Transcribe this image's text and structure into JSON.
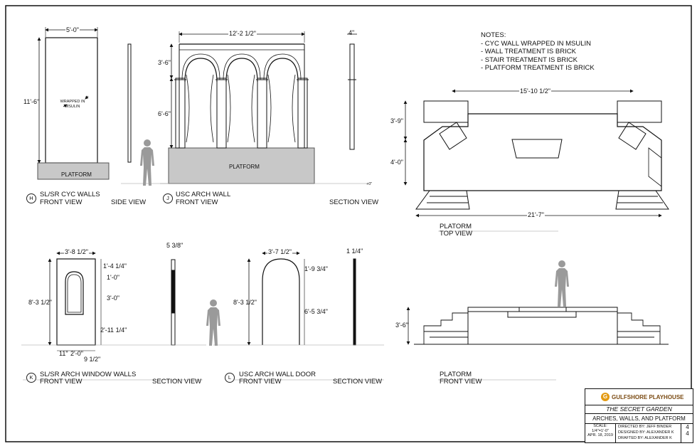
{
  "notes": {
    "title": "NOTES:",
    "items": [
      "- CYC WALL WRAPPED IN MSULIN",
      "- WALL TREATMENT IS BRICK",
      "- STAIR TREATMENT IS BRICK",
      "- PLATFORM TREATMENT IS BRICK"
    ]
  },
  "views": {
    "cyc": {
      "id": "H",
      "title": "SL/SR CYC WALLS",
      "front": "FRONT VIEW",
      "side": "SIDE VIEW",
      "width": "5'-0\"",
      "height": "11'-6\"",
      "note_line1": "WRAPPED IN",
      "note_line2": "MSULIN",
      "platform": "PLATFORM"
    },
    "arch_wall": {
      "id": "J",
      "title": "USC ARCH WALL",
      "front": "FRONT VIEW",
      "section": "SECTION VIEW",
      "width": "12'-2 1/2\"",
      "top_height": "3'-6\"",
      "lower_height": "6'-6\"",
      "section_width": "4\"",
      "platform": "PLATFORM",
      "zero": "+0\""
    },
    "platform_top": {
      "title": "PLATORM",
      "view": "TOP VIEW",
      "top_width": "15'-10 1/2\"",
      "bottom_width": "21'-7\"",
      "upper_depth": "3'-9\"",
      "lower_depth": "4'-0\""
    },
    "arch_window": {
      "id": "K",
      "title": "SL/SR ARCH WINDOW WALLS",
      "front": "FRONT VIEW",
      "section": "SECTION VIEW",
      "width": "3'-8 1/2\"",
      "height": "8'-3 1/2\"",
      "d1": "1'-4 1/4\"",
      "d2": "1'-0\"",
      "d3": "3'-0\"",
      "d4": "2'-11 1/4\"",
      "b1": "11\"",
      "b2": "2'-0\"",
      "b3": "9 1/2\"",
      "section_width": "5 3/8\""
    },
    "arch_door": {
      "id": "L",
      "title": "USC ARCH WALL DOOR",
      "front": "FRONT VIEW",
      "section": "SECTION VIEW",
      "width": "3'-7 1/2\"",
      "height": "8'-3 1/2\"",
      "top": "1'-9 3/4\"",
      "lower": "6'-5 3/4\"",
      "section_width": "1 1/4\""
    },
    "platform_front": {
      "title": "PLATORM",
      "view": "FRONT VIEW",
      "height": "3'-6\""
    }
  },
  "title_block": {
    "company": "GULFSHORE PLAYHOUSE",
    "logo_mark": "G",
    "show": "THE SECRET GARDEN",
    "sheet_title": "ARCHES, WALLS, AND PLATFORM",
    "scale_label": "SCALE:",
    "scale": "1/4\"=1'-0\"",
    "date": "APR. 18, 2019",
    "directed": "DIRECTED BY: JEFF BINDER",
    "designed": "DESIGNED BY: ALEXANDER K",
    "drafted": "DRAFTED BY: ALEXANDER K",
    "page": "4",
    "pages": "4"
  },
  "colors": {
    "platform_fill": "#c8c8c8",
    "figure_fill": "#9a9a9a",
    "line": "#111111",
    "logo": "#e39a12"
  }
}
